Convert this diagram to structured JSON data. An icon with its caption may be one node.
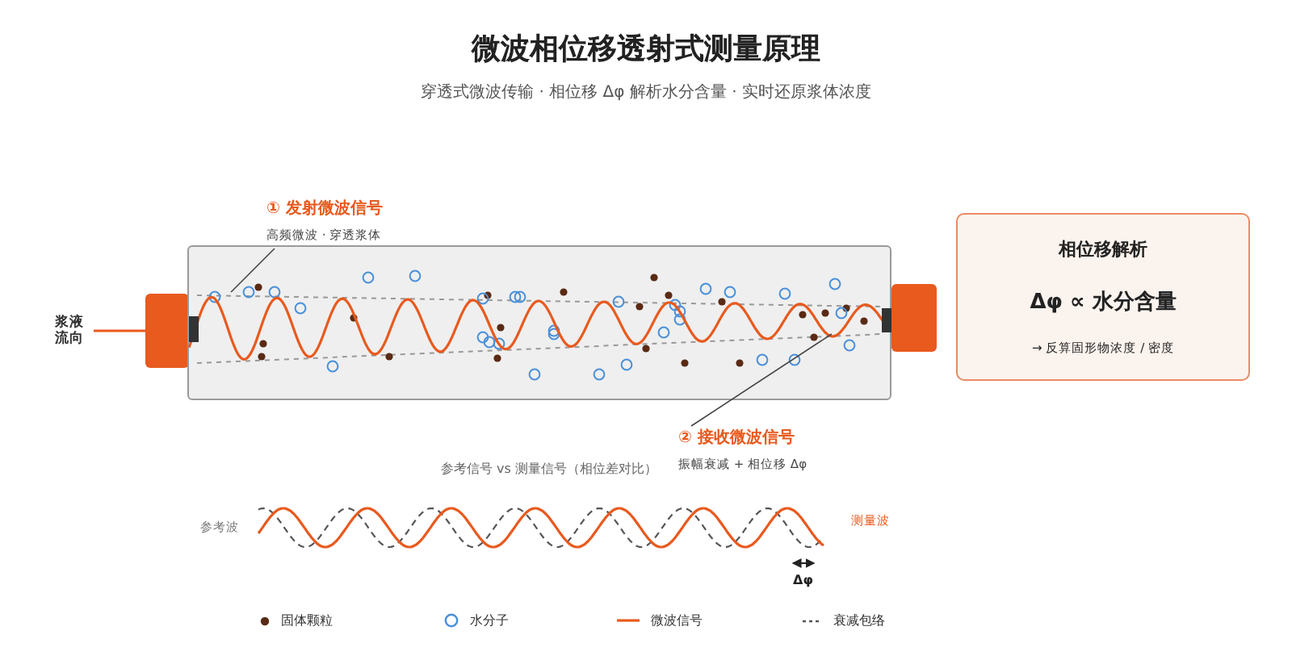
{
  "diagram": {
    "title": "微波相位移透射式测量原理",
    "nodes": [
      {
        "text": [
          "① 发射微波信号",
          "高频微波 · 穿透浆体"
        ]
      },
      {
        "text": [
          "浆液流向"
        ]
      },
      {
        "text": [],
        "shape": "box"
      },
      {
        "text": [],
        "shape": "box"
      },
      {
        "text": [],
        "shape": "box"
      },
      {
        "text": [
          "② 接收微波信号",
          "振幅衰减 + 相位移 Δφ"
        ]
      },
      {
        "text": [
          "相位移解析",
          "Δφ ∝ 水分含量",
          "→ 反算固形物浓度 / 密度"
        ]
      }
    ],
    "edges": [
      {
        "from": 1,
        "to": 2,
        "arrow": "none",
        "color": "#e85a1e"
      },
      {
        "from": 0,
        "to": 3,
        "arrow": "none"
      },
      {
        "from": 5,
        "to": 3,
        "arrow": "none"
      }
    ],
    "labels": [
      "穿透式微波传输 · 相位移 Δφ 解析水分含量 · 实时还原浆体浓度",
      "参考信号 vs 测量信号（相位差对比）",
      "参考波",
      "测量波",
      "Δφ"
    ],
    "legend": [
      {
        "text": "固体颗粒"
      },
      {
        "text": "水分子"
      },
      {
        "text": "微波信号"
      },
      {
        "text": "衰减包络"
      }
    ]
  }
}
